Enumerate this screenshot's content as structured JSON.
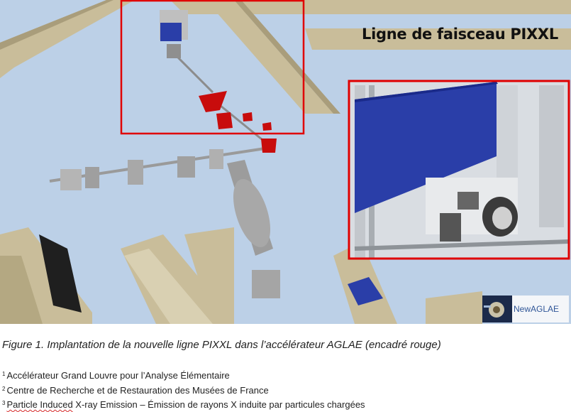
{
  "figure": {
    "title": "Ligne de faisceau PIXXL",
    "logo_text": "NewAGLAE",
    "colors": {
      "background": "#bfd1e6",
      "walls": "#c8bc98",
      "highlight": "#e00000",
      "panel": "#2a3ea8",
      "magnet": "#c80c0c"
    }
  },
  "caption": "Figure 1. Implantation de la nouvelle ligne PIXXL dans l’accélérateur AGLAE (encadré rouge)",
  "footnotes": [
    {
      "marker": "1",
      "text": "Accélérateur Grand Louvre pour l’Analyse Élémentaire"
    },
    {
      "marker": "2",
      "text": "Centre de Recherche et de Restauration des Musées de France"
    },
    {
      "marker": "3",
      "text_underlined": "Particle Induced",
      "text": " X-ray Emission – Émission de rayons X induite par particules chargées"
    }
  ]
}
